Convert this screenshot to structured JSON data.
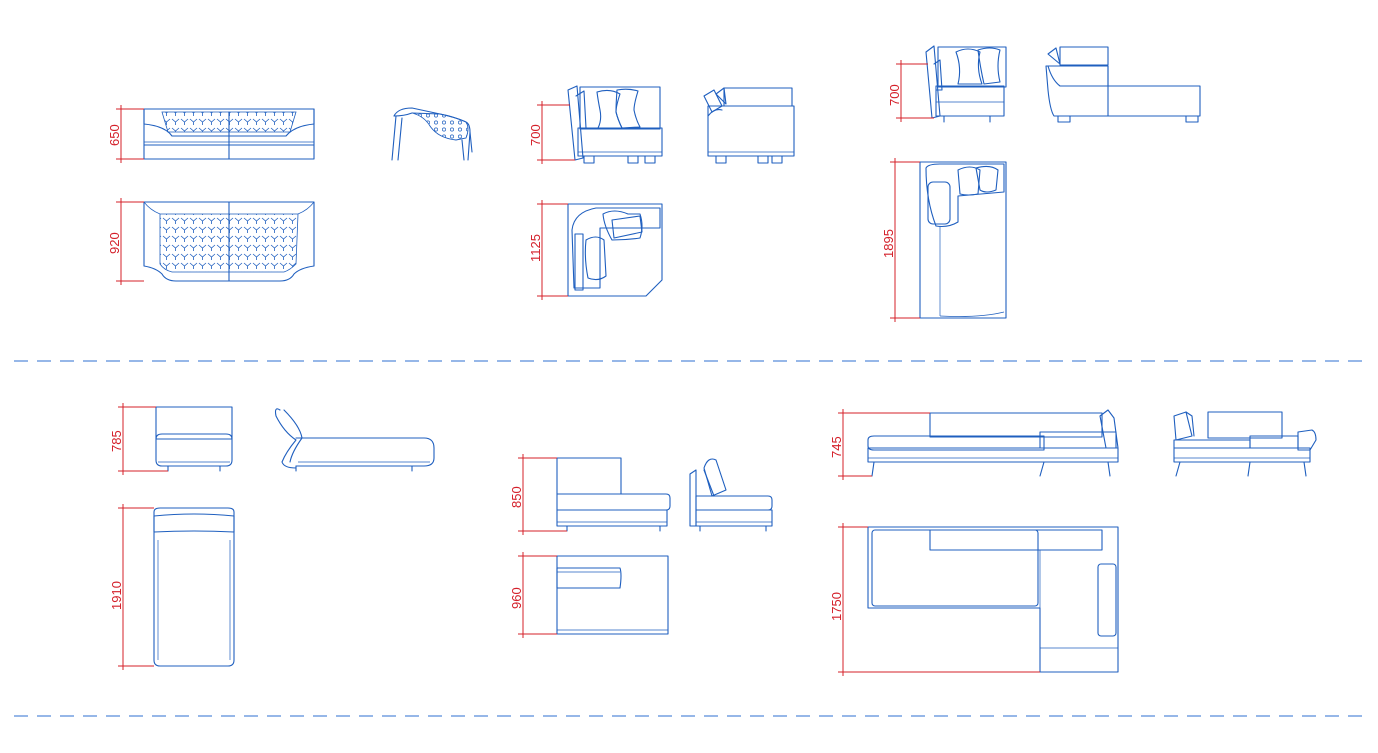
{
  "colors": {
    "furniture_line": "#1f5fbf",
    "dimension_line": "#d4202a",
    "separator_line": "#2e6fd0",
    "background": "#ffffff"
  },
  "dimensions": {
    "sofa_front_height": "650",
    "sofa_plan_depth": "920",
    "corner_front_height": "700",
    "corner_plan_size": "1125",
    "chaise_front_height": "700",
    "chaise_plan_length": "1895",
    "daybed_front_height": "785",
    "daybed_plan_length": "1910",
    "terminal_front_height": "850",
    "terminal_plan_depth": "960",
    "sectional_front_height": "745",
    "sectional_plan_depth": "1750"
  }
}
